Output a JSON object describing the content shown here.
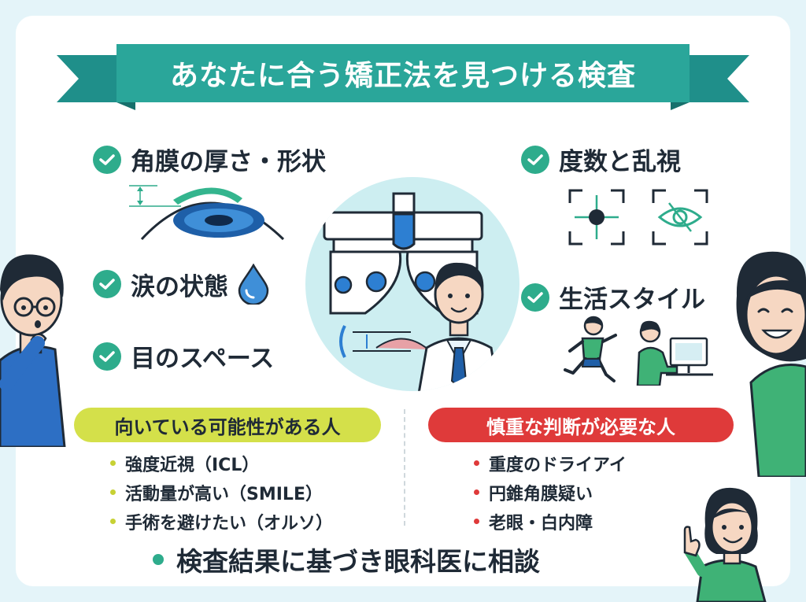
{
  "title": "あなたに合う矯正法を見つける検査",
  "checks": {
    "cornea": "角膜の厚さ・形状",
    "tears": "涙の状態",
    "space": "目のスペース",
    "prescription": "度数と乱視",
    "lifestyle": "生活スタイル"
  },
  "suitable": {
    "label": "向いている可能性がある人",
    "items": [
      "強度近視（ICL）",
      "活動量が高い（SMILE）",
      "手術を避けたい（オルソ）"
    ]
  },
  "caution": {
    "label": "慎重な判断が必要な人",
    "items": [
      "重度のドライアイ",
      "円錐角膜疑い",
      "老眼・白内障"
    ]
  },
  "conclusion": "検査結果に基づき眼科医に相談",
  "colors": {
    "teal": "#2eac8c",
    "banner": "#2aa69a",
    "lime": "#d4e04a",
    "red": "#df3a3a",
    "navy": "#1f2a36"
  }
}
